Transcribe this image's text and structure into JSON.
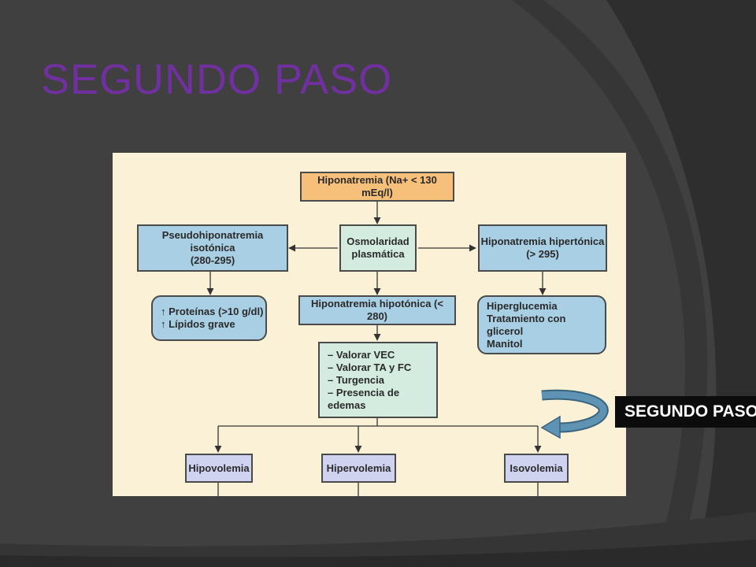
{
  "slide": {
    "title": "SEGUNDO PASO",
    "callout_label": "SEGUNDO PASO"
  },
  "diagram": {
    "root": "Hiponatremia (Na+ < 130 mEq/l)",
    "osmolaridad": "Osmolaridad\nplasmática",
    "pseudo": "Pseudohiponatremia isotónica\n(280-295)",
    "pseudo_causes": "↑ Proteínas (>10 g/dl)\n↑ Lípidos grave",
    "hipertonica": "Hiponatremia hipertónica\n(> 295)",
    "hipertonica_causes": "Hiperglucemia\nTratamiento con glicerol\nManitol",
    "hipotonica": "Hiponatremia hipotónica (< 280)",
    "evaluacion": "– Valorar VEC\n– Valorar TA y FC\n– Turgencia\n– Presencia de edemas",
    "hipovolemia": "Hipovolemia",
    "hipervolemia": "Hipervolemia",
    "isovolemia": "Isovolemia"
  },
  "colors": {
    "background": "#404040",
    "title": "#7030a0",
    "figure_background": "#fbf1d6",
    "orange_box": "#f7c07a",
    "blue_box": "#a9cfe4",
    "mint_box": "#d4ecdf",
    "lavender_box": "#cfd3ef",
    "arrow": "#5f93b3",
    "callout_background": "#0c0c0c"
  },
  "icons": {
    "callout_pointer": "curved-arrow-icon"
  }
}
